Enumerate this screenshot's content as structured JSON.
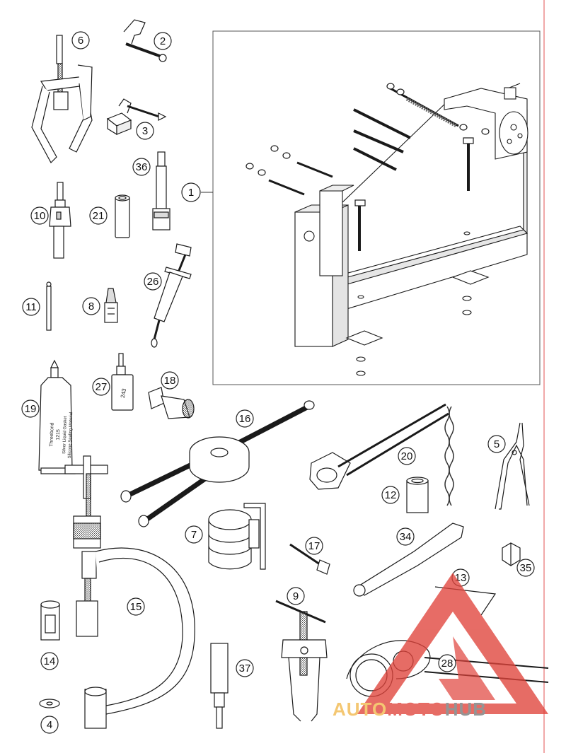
{
  "callouts": [
    {
      "id": "c1",
      "label": "1"
    },
    {
      "id": "c2",
      "label": "2"
    },
    {
      "id": "c3",
      "label": "3"
    },
    {
      "id": "c4",
      "label": "4"
    },
    {
      "id": "c5",
      "label": "5"
    },
    {
      "id": "c6",
      "label": "6"
    },
    {
      "id": "c7",
      "label": "7"
    },
    {
      "id": "c8",
      "label": "8"
    },
    {
      "id": "c9",
      "label": "9"
    },
    {
      "id": "c10",
      "label": "10"
    },
    {
      "id": "c11",
      "label": "11"
    },
    {
      "id": "c12",
      "label": "12"
    },
    {
      "id": "c13",
      "label": "13"
    },
    {
      "id": "c14",
      "label": "14"
    },
    {
      "id": "c15",
      "label": "15"
    },
    {
      "id": "c16",
      "label": "16"
    },
    {
      "id": "c17",
      "label": "17"
    },
    {
      "id": "c18",
      "label": "18"
    },
    {
      "id": "c19",
      "label": "19"
    },
    {
      "id": "c20",
      "label": "20"
    },
    {
      "id": "c21",
      "label": "21"
    },
    {
      "id": "c26",
      "label": "26"
    },
    {
      "id": "c27",
      "label": "27"
    },
    {
      "id": "c28",
      "label": "28"
    },
    {
      "id": "c34",
      "label": "34"
    },
    {
      "id": "c35",
      "label": "35"
    },
    {
      "id": "c36",
      "label": "36"
    },
    {
      "id": "c37",
      "label": "37"
    }
  ],
  "labels": {
    "tube_line1": "Threebond",
    "tube_line2": "1215",
    "tube_line3": "Silver Liquid Gasket",
    "tube_line4": "Silicone Sealing Material",
    "bottle": "243"
  },
  "watermark": {
    "part1": "AUTO",
    "part2": "MOTO",
    "part3": "HUB",
    "colors": {
      "auto": "#f2b84b",
      "moto": "#e0433b",
      "hub": "#777777",
      "triangle": "#e0433b"
    }
  },
  "colors": {
    "line": "#1a1a1a",
    "frame": "#555555",
    "margin": "#e25050"
  }
}
